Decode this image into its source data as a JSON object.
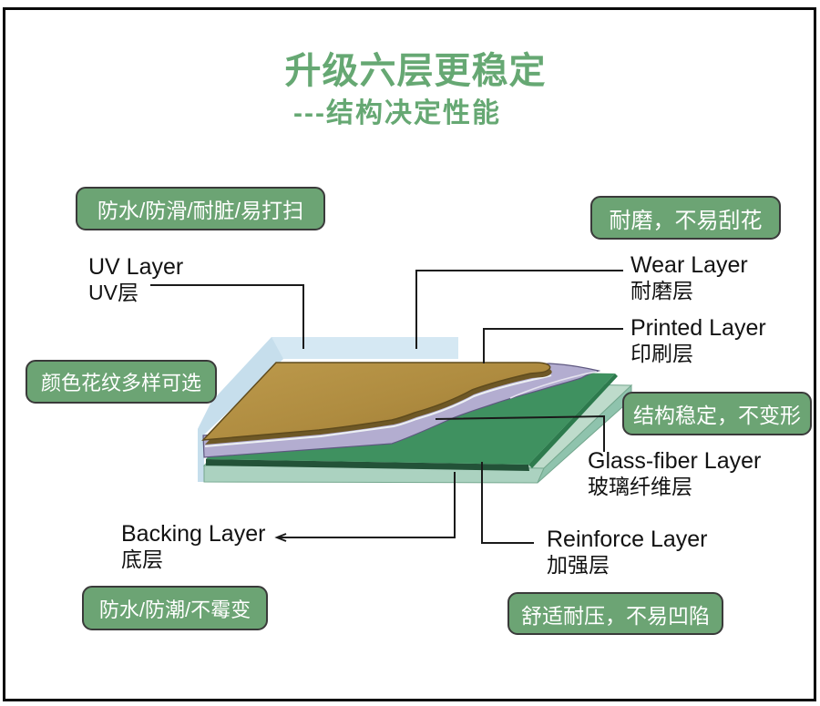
{
  "title": "升级六层更稳定",
  "subtitle": "---结构决定性能",
  "badges": {
    "top_left": "防水/防滑/耐脏/易打扫",
    "top_right": "耐磨，不易刮花",
    "mid_left": "颜色花纹多样可选",
    "mid_right": "结构稳定，不变形",
    "bottom_left": "防水/防潮/不霉变",
    "bottom_right": "舒适耐压，不易凹陷"
  },
  "layers": {
    "uv": {
      "en": "UV Layer",
      "zh": "UV层"
    },
    "wear": {
      "en": "Wear Layer",
      "zh": "耐磨层"
    },
    "printed": {
      "en": "Printed Layer",
      "zh": "印刷层"
    },
    "glass_fiber": {
      "en": "Glass-fiber Layer",
      "zh": "玻璃纤维层"
    },
    "backing": {
      "en": "Backing Layer",
      "zh": "底层"
    },
    "reinforce": {
      "en": "Reinforce Layer",
      "zh": "加强层"
    }
  },
  "colors": {
    "title_green": "#66a873",
    "badge_green": "#6ca474",
    "uv_blue": "#d5e8f3",
    "uv_blue_band": "#c6deec",
    "printed_brown": "#b18e42",
    "printed_brown_edge": "#6e5826",
    "wear_purple": "#b3add0",
    "glass_green": "#3f9160",
    "glass_green_front": "#235238",
    "glass_green_right": "#2d7a4d",
    "base_teal_top": "#bedbcb",
    "base_teal_front": "#abd2c0",
    "base_teal_right": "#8fc3ad",
    "line_black": "#1a1a1a"
  }
}
